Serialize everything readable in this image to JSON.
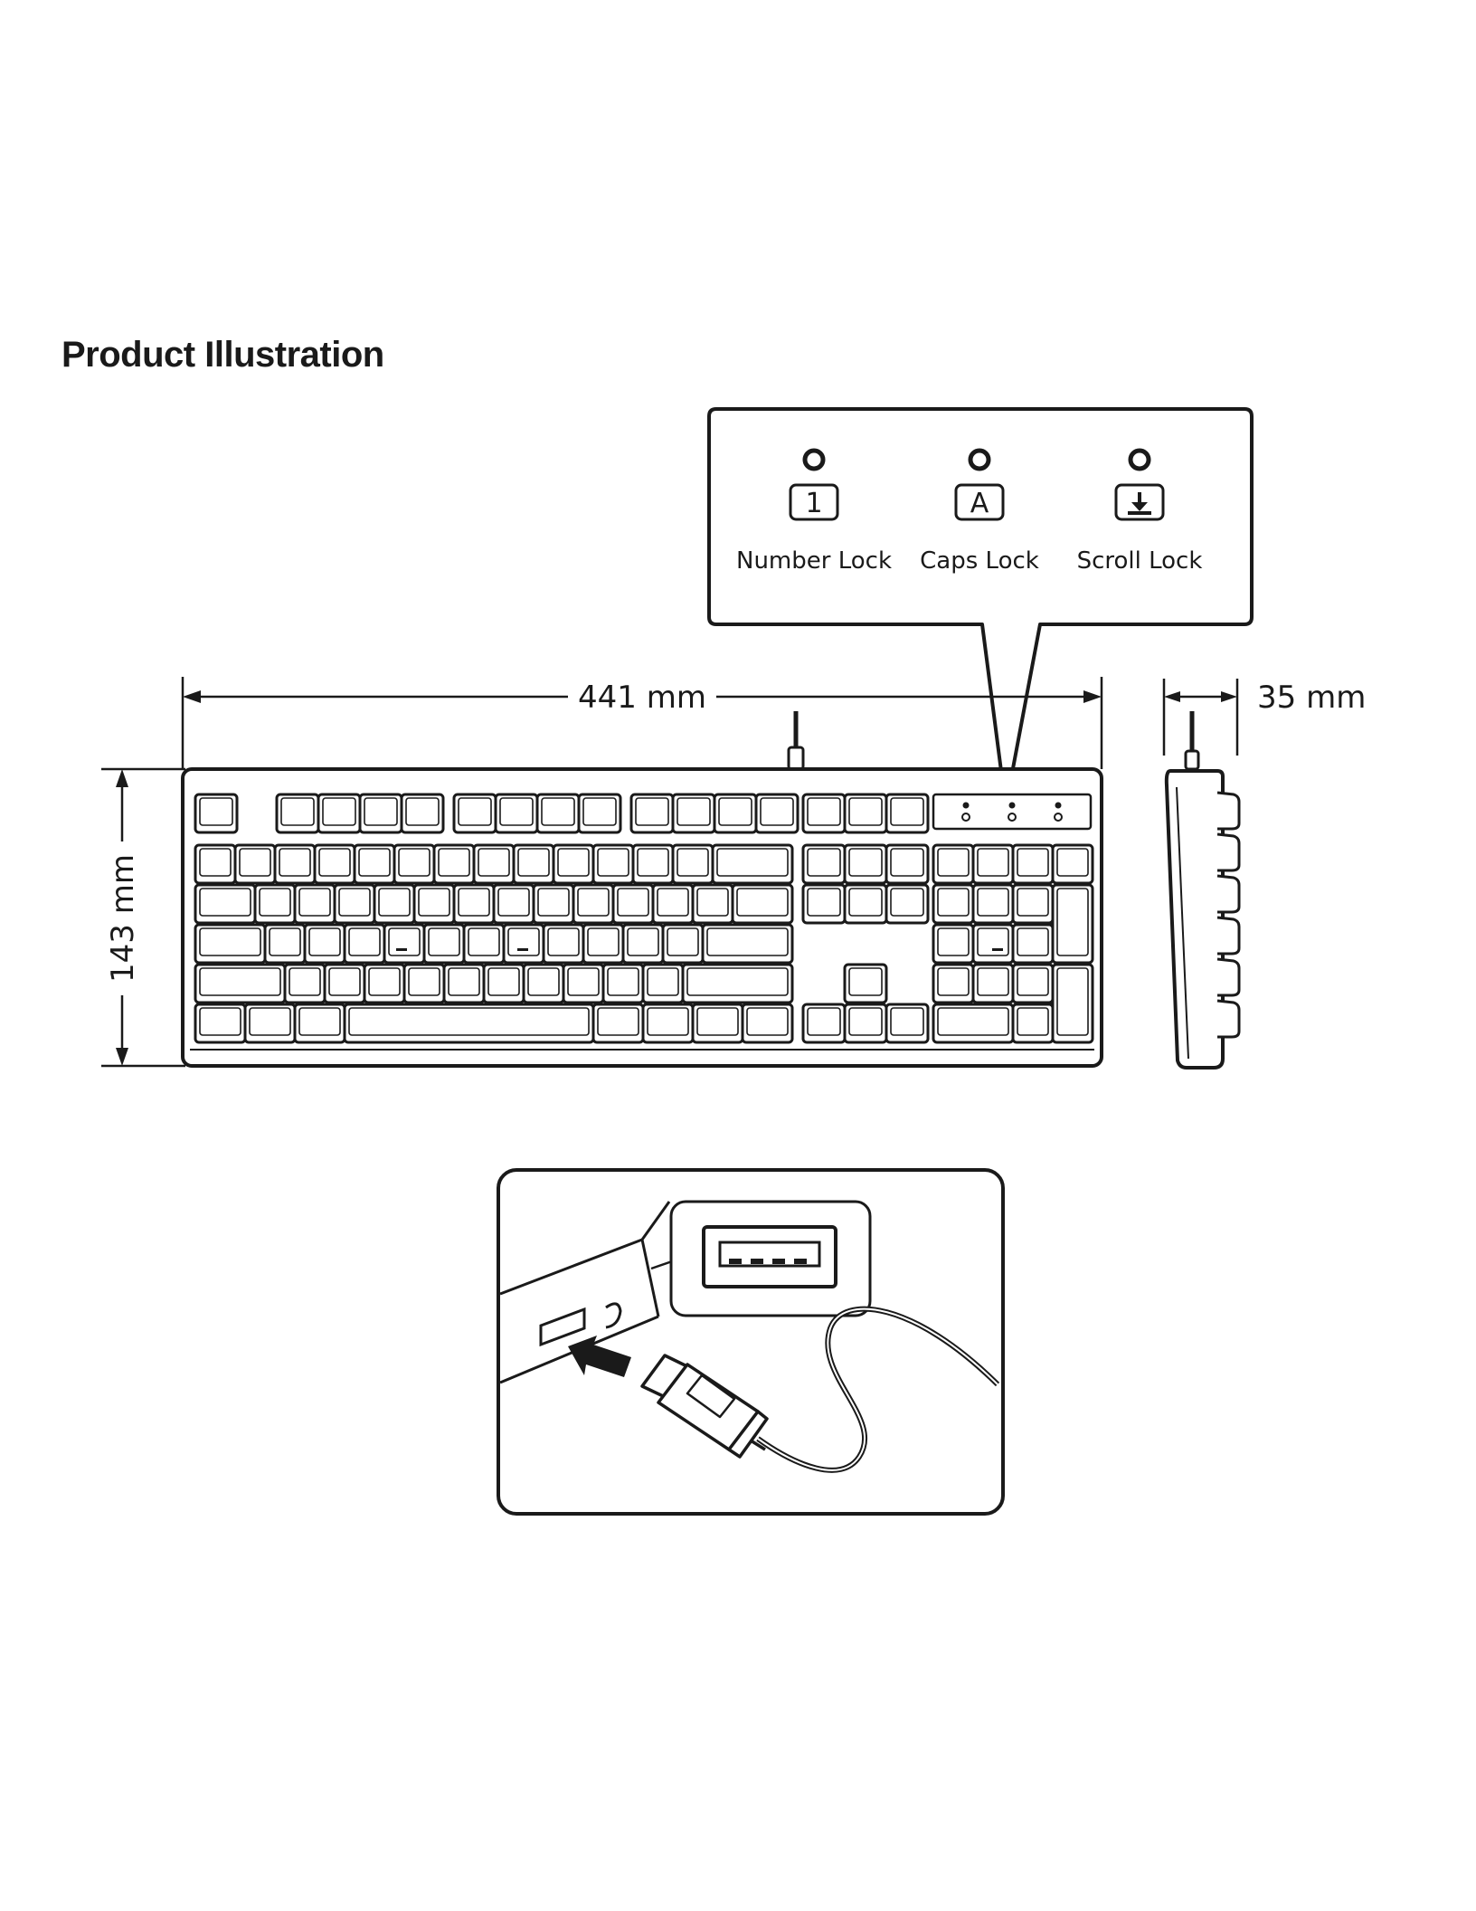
{
  "page": {
    "title": "Product Illustration"
  },
  "indicator_panel": {
    "indicators": [
      {
        "label": "Number Lock",
        "glyph": "1",
        "icon": "number-lock-icon"
      },
      {
        "label": "Caps Lock",
        "glyph": "A",
        "icon": "caps-lock-icon"
      },
      {
        "label": "Scroll Lock",
        "glyph": "",
        "icon": "scroll-lock-icon"
      }
    ]
  },
  "dimensions": {
    "width": "441 mm",
    "height": "143 mm",
    "depth": "35 mm"
  },
  "colors": {
    "line": "#1a1a1a",
    "background": "#ffffff"
  }
}
